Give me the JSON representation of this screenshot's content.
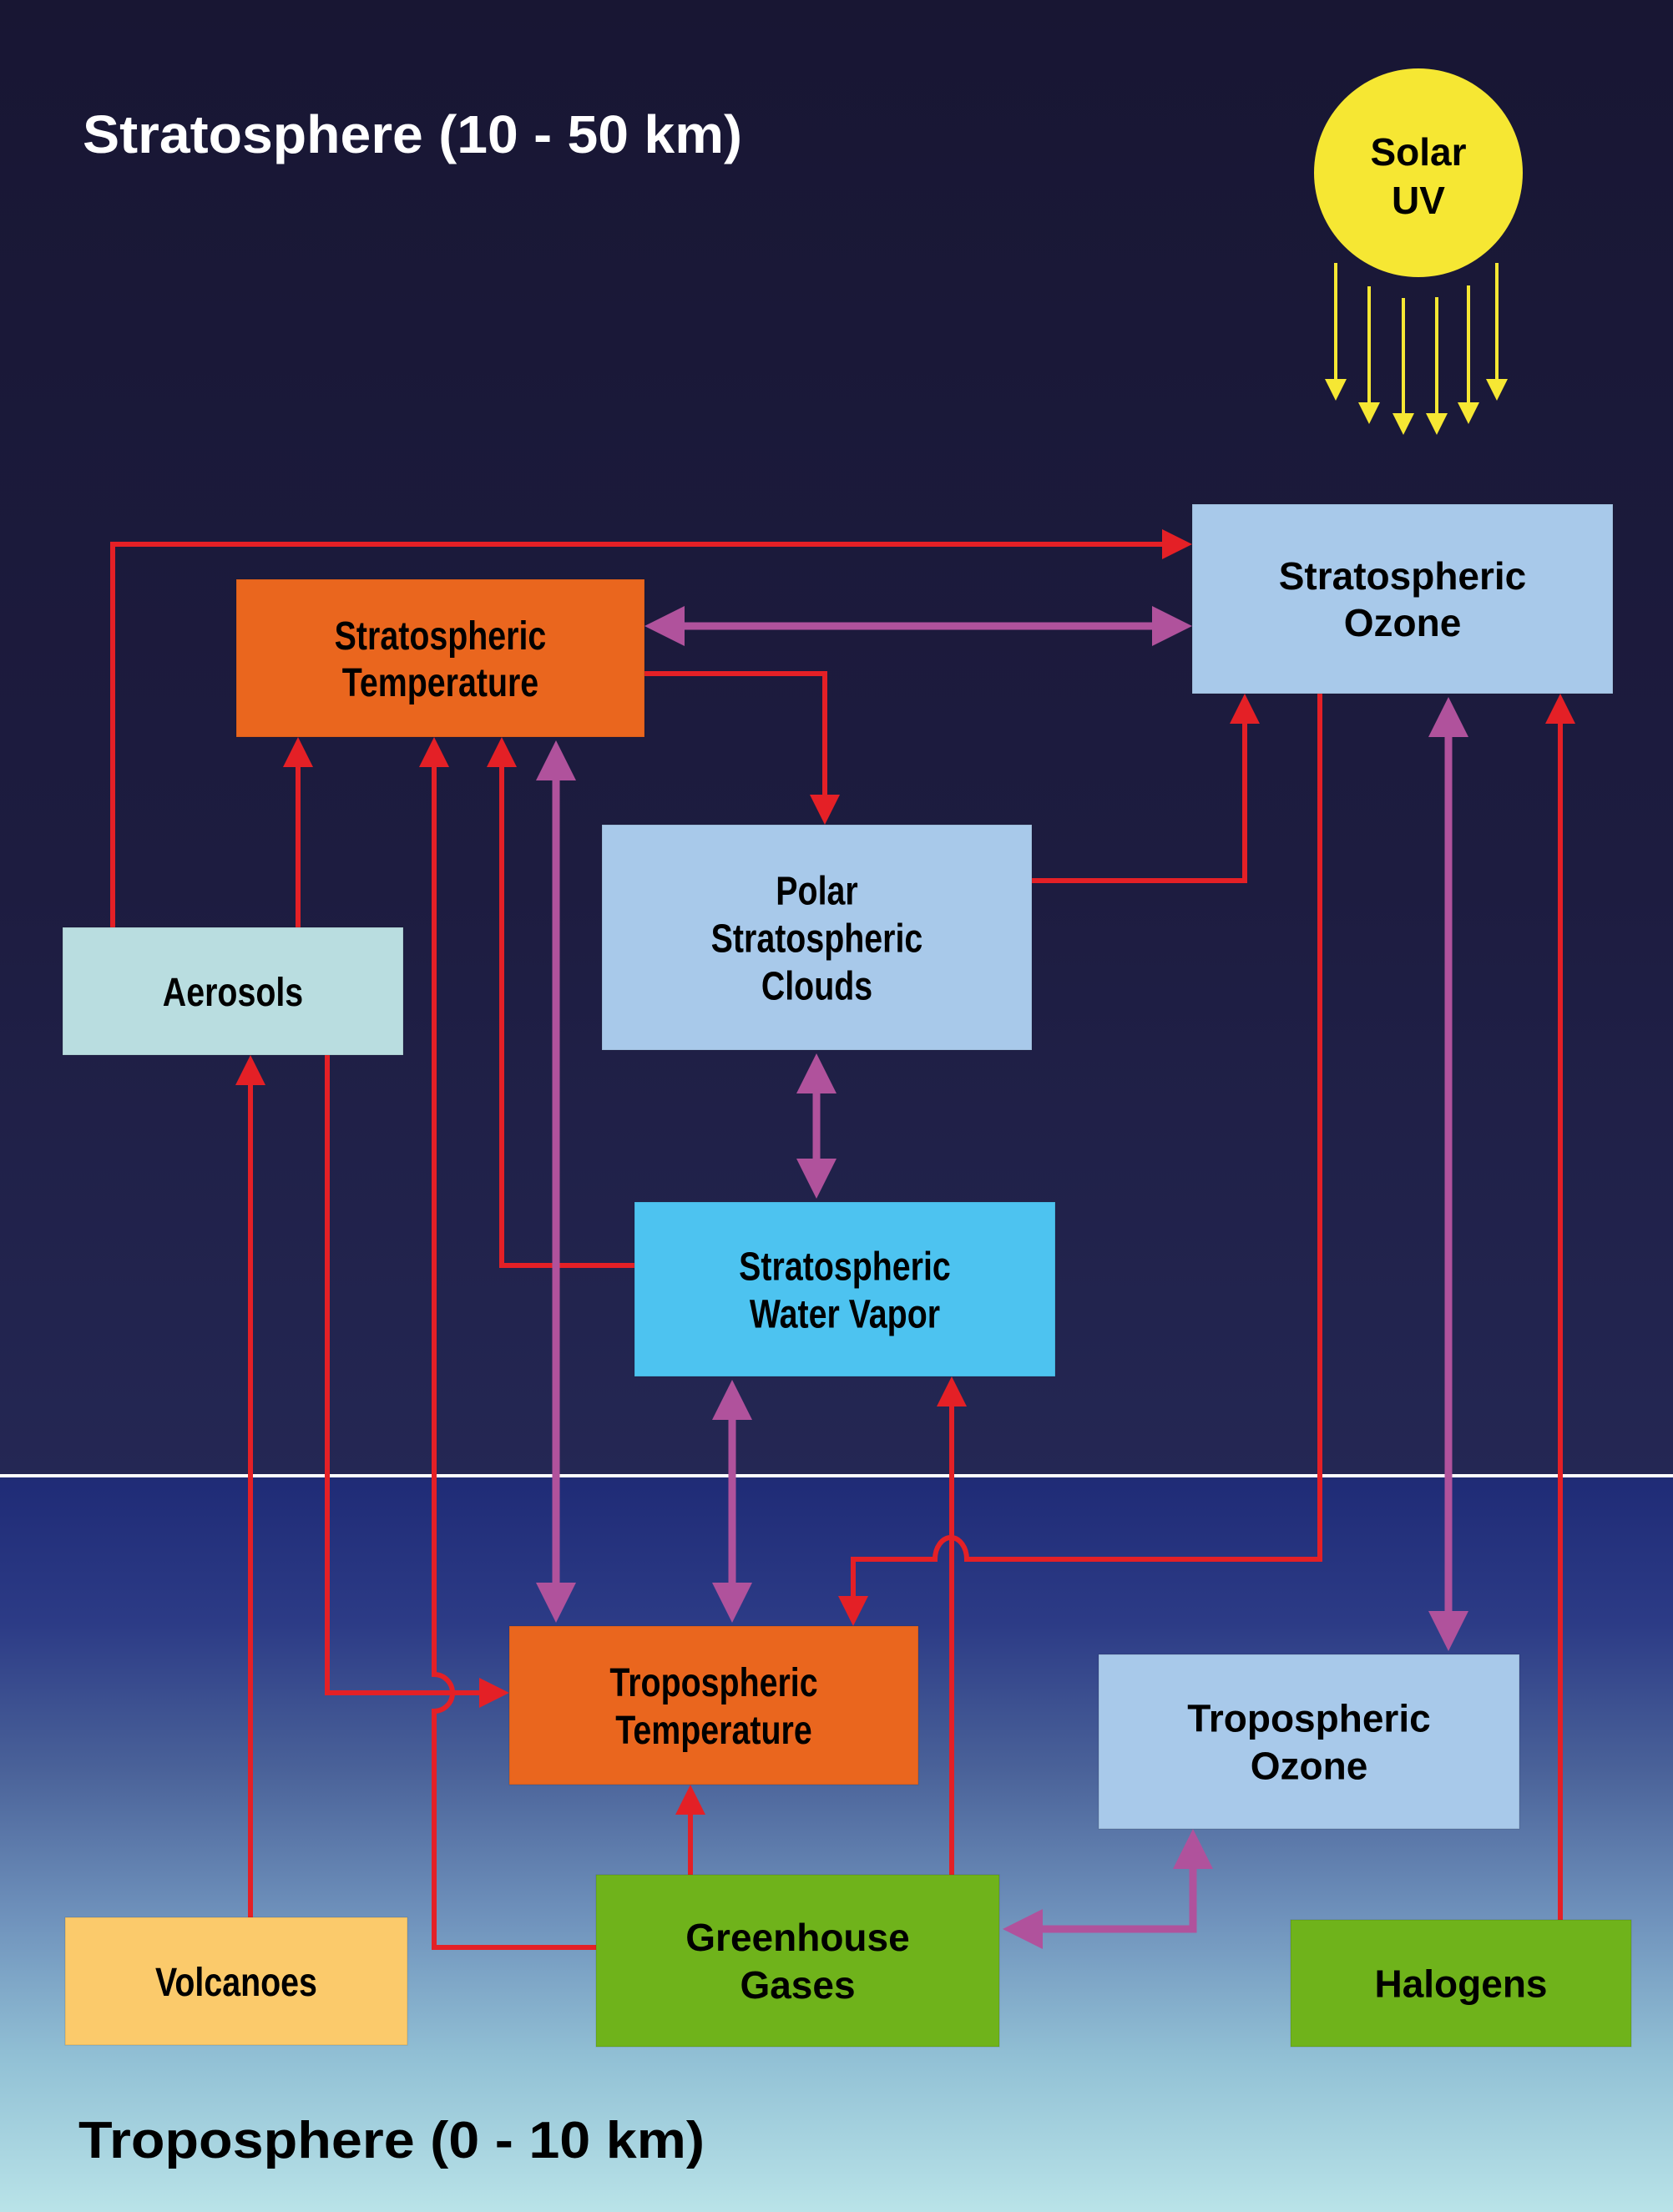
{
  "diagram": {
    "title_top": "Stratosphere (10 - 50 km)",
    "title_bottom": "Troposphere (0 - 10 km)",
    "colors": {
      "causal_arrow": "#e42026",
      "two_way_arrow": "#b0529c",
      "uv_arrow": "#f6e733",
      "boundary_line": "#ffffff",
      "top_title": "#ffffff",
      "bottom_title": "#000000"
    },
    "sun": {
      "lines": [
        "Solar",
        "UV"
      ],
      "color": "#f6e733"
    },
    "nodes": {
      "strat_temp": {
        "lines": [
          "Stratospheric",
          "Temperature"
        ],
        "color": "#ea661e"
      },
      "strat_ozone": {
        "lines": [
          "Stratospheric",
          "Ozone"
        ],
        "color": "#a8c9ea"
      },
      "psc": {
        "lines": [
          "Polar",
          "Stratospheric",
          "Clouds"
        ],
        "color": "#a8c9ea"
      },
      "aerosols": {
        "lines": [
          "Aerosols"
        ],
        "color": "#b9dde0"
      },
      "strat_water": {
        "lines": [
          "Stratospheric",
          "Water Vapor"
        ],
        "color": "#4dc3f0"
      },
      "trop_temp": {
        "lines": [
          "Tropospheric",
          "Temperature"
        ],
        "color": "#ea661e"
      },
      "trop_ozone": {
        "lines": [
          "Tropospheric",
          "Ozone"
        ],
        "color": "#a8c9ea"
      },
      "volcanoes": {
        "lines": [
          "Volcanoes"
        ],
        "color": "#fbca6b"
      },
      "ghg": {
        "lines": [
          "Greenhouse",
          "Gases"
        ],
        "color": "#6fb31b"
      },
      "halogens": {
        "lines": [
          "Halogens"
        ],
        "color": "#6fb31b"
      }
    },
    "edges": [
      {
        "id": "aerosols-to-strat-ozone",
        "from": "aerosols",
        "to": "strat_ozone",
        "type": "causal"
      },
      {
        "id": "aerosols-to-strat-temp",
        "from": "aerosols",
        "to": "strat_temp",
        "type": "causal"
      },
      {
        "id": "strat-temp-strat-ozone",
        "from": "strat_temp",
        "to": "strat_ozone",
        "type": "two-way"
      },
      {
        "id": "strat-temp-to-psc",
        "from": "strat_temp",
        "to": "psc",
        "type": "causal"
      },
      {
        "id": "psc-to-strat-ozone",
        "from": "psc",
        "to": "strat_ozone",
        "type": "causal"
      },
      {
        "id": "psc-strat-water",
        "from": "psc",
        "to": "strat_water",
        "type": "two-way"
      },
      {
        "id": "strat-water-to-strat-temp",
        "from": "strat_water",
        "to": "strat_temp",
        "type": "causal"
      },
      {
        "id": "ghg-to-strat-temp",
        "from": "ghg",
        "to": "strat_temp",
        "type": "causal"
      },
      {
        "id": "strat-temp-trop-temp",
        "from": "strat_temp",
        "to": "trop_temp",
        "type": "two-way"
      },
      {
        "id": "volcanoes-to-aerosols",
        "from": "volcanoes",
        "to": "aerosols",
        "type": "causal"
      },
      {
        "id": "aerosols-to-trop-temp",
        "from": "aerosols",
        "to": "trop_temp",
        "type": "causal"
      },
      {
        "id": "strat-water-trop-temp",
        "from": "strat_water",
        "to": "trop_temp",
        "type": "two-way"
      },
      {
        "id": "ghg-to-strat-water",
        "from": "ghg",
        "to": "strat_water",
        "type": "causal"
      },
      {
        "id": "strat-ozone-to-trop-temp",
        "from": "strat_ozone",
        "to": "trop_temp",
        "type": "causal"
      },
      {
        "id": "strat-ozone-trop-ozone",
        "from": "strat_ozone",
        "to": "trop_ozone",
        "type": "two-way"
      },
      {
        "id": "halogens-to-strat-ozone",
        "from": "halogens",
        "to": "strat_ozone",
        "type": "causal"
      },
      {
        "id": "ghg-to-trop-temp",
        "from": "ghg",
        "to": "trop_temp",
        "type": "causal"
      },
      {
        "id": "ghg-trop-ozone",
        "from": "ghg",
        "to": "trop_ozone",
        "type": "two-way"
      }
    ]
  }
}
